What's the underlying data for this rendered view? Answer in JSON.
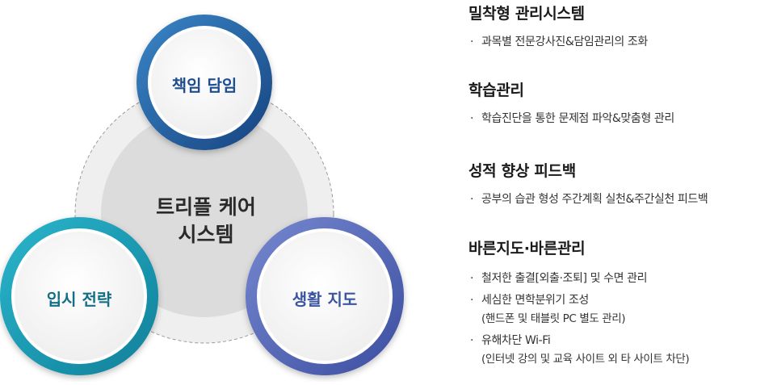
{
  "diagram": {
    "center": {
      "line1": "트리플 케어",
      "line2": "시스템"
    },
    "circles": {
      "top": "책임 담임",
      "left": "입시 전략",
      "right": "생활 지도"
    }
  },
  "info": {
    "sections": [
      {
        "title": "밀착형 관리시스템",
        "bullets": [
          "과목별 전문강사진&담임관리의 조화"
        ]
      },
      {
        "title": "학습관리",
        "bullets": [
          "학습진단을 통한 문제점 파악&맞춤형 관리"
        ]
      },
      {
        "title": "성적 향상 피드백",
        "bullets": [
          "공부의 습관 형성 주간계획 실천&주간실천 피드백"
        ]
      },
      {
        "title": "바른지도·바른관리",
        "bullets": [
          {
            "text": "철저한 출결[외출·조퇴] 및 수면 관리"
          },
          {
            "text": "세심한 면학분위기 조성",
            "sub": "(핸드폰 및 태블릿 PC 별도 관리)"
          },
          {
            "text": "유해차단 Wi-Fi",
            "sub": "(인터넷 강의 및 교육 사이트 외 타 사이트 차단)"
          }
        ]
      }
    ]
  },
  "colors": {
    "top_ring": "#1c5a9e",
    "left_ring": "#1496b0",
    "right_ring": "#5366b8",
    "center_fill": "#dcdcdc",
    "outer_fill": "#eeeeee"
  }
}
